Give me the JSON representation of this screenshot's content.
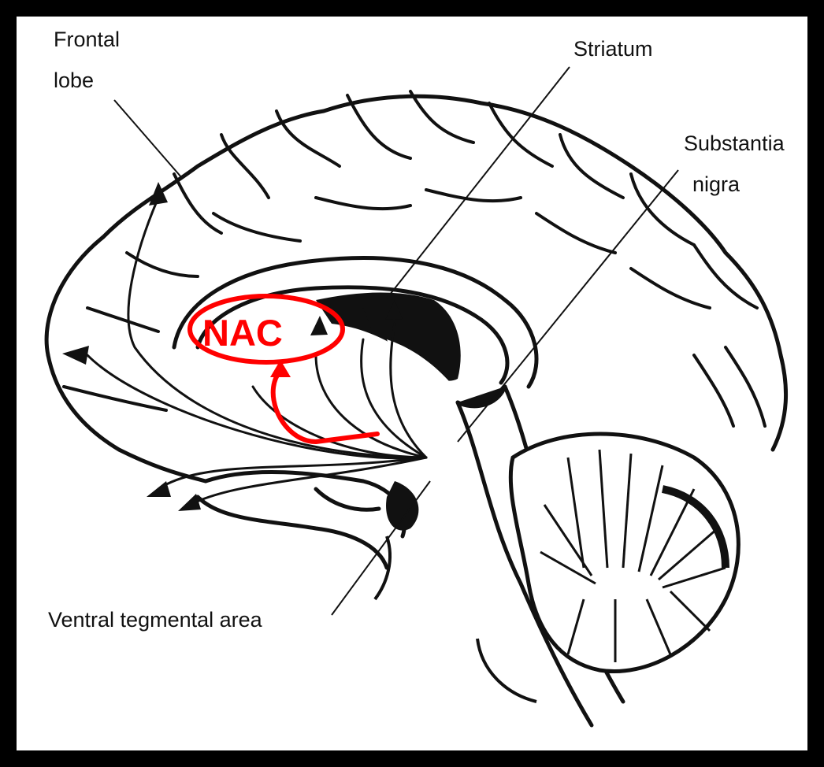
{
  "diagram": {
    "labels": {
      "frontal_lobe_line1": "Frontal",
      "frontal_lobe_line2": "lobe",
      "striatum": "Striatum",
      "substantia_line1": "Substantia",
      "substantia_line2": "nigra",
      "vta": "Ventral tegmental area",
      "nac": "NAC"
    },
    "colors": {
      "frame": "#000000",
      "background": "#ffffff",
      "ink": "#111111",
      "highlight": "#ff0000"
    }
  }
}
